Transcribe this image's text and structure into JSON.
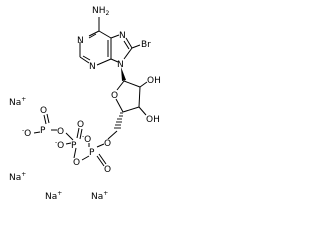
{
  "molecule": {
    "atoms": {
      "amine": "NH",
      "amine_h_count": "2",
      "n1": "N",
      "n3": "N",
      "n7": "N",
      "n9": "N",
      "bromine": "Br",
      "ring_oxygen": "O",
      "oh_2": "OH",
      "oh_3": "OH",
      "ester_o_5": "O",
      "p1_o_double": "O",
      "p1_o_minus": "O",
      "p1_p": "P",
      "p1_bridge_o": "O",
      "p2_p": "P",
      "p2_o_double": "O",
      "p2_o_minus": "O",
      "p2_bridge_o": "O",
      "p3_p": "P",
      "p3_o_double": "O",
      "p3_o_minus": "O"
    },
    "charges": {
      "negative": "-",
      "positive": "+"
    },
    "counter_ions": [
      {
        "symbol": "Na"
      },
      {
        "symbol": "Na"
      },
      {
        "symbol": "Na"
      },
      {
        "symbol": "Na"
      }
    ]
  }
}
